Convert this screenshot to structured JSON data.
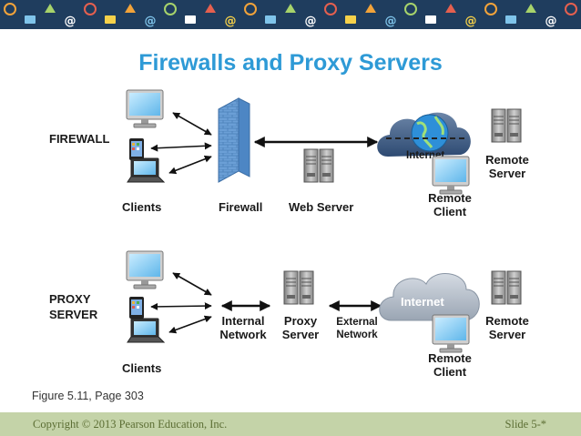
{
  "slide": {
    "title": "Firewalls and Proxy Servers",
    "caption": "Figure 5.11, Page 303",
    "copyright": "Copyright © 2013 Pearson Education, Inc.",
    "slide_number": "Slide 5-*"
  },
  "colors": {
    "title": "#2e9ad6",
    "banner": "#1f3d5e",
    "footer": "#c4d3a8",
    "footer_text": "#5c6e34",
    "firewall_wall": "#6b9fd6"
  },
  "firewall_diagram": {
    "section_label": "FIREWALL",
    "clients_label": "Clients",
    "firewall_label": "Firewall",
    "web_server_label": "Web Server",
    "internet_label": "Internet",
    "remote_client_label": [
      "Remote",
      "Client"
    ],
    "remote_server_label": [
      "Remote",
      "Server"
    ]
  },
  "proxy_diagram": {
    "section_label": [
      "PROXY",
      "SERVER"
    ],
    "clients_label": "Clients",
    "internal_network_label": [
      "Internal",
      "Network"
    ],
    "proxy_server_label": [
      "Proxy",
      "Server"
    ],
    "external_network_label": [
      "External",
      "Network"
    ],
    "internet_label": "Internet",
    "remote_client_label": [
      "Remote",
      "Client"
    ],
    "remote_server_label": [
      "Remote",
      "Server"
    ]
  },
  "banner_icons": [
    "email-icon",
    "gear-icon",
    "home-icon",
    "phone-icon",
    "airplane-icon",
    "cloud-icon",
    "at-sign-icon",
    "lightbulb-icon",
    "bus-icon",
    "chat-icon"
  ]
}
